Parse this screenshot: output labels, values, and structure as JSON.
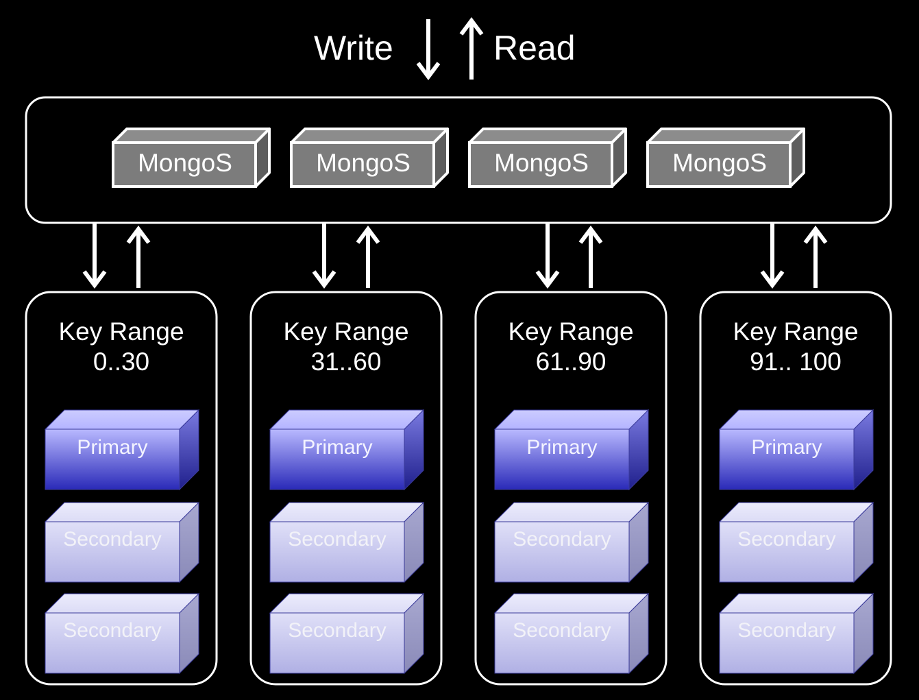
{
  "header": {
    "write_label": "Write",
    "read_label": "Read"
  },
  "router_label": "MongoS",
  "router_count": 4,
  "shards": [
    {
      "title": "Key Range",
      "range": "0..30",
      "primary": "Primary",
      "secondaries": [
        "Secondary",
        "Secondary"
      ]
    },
    {
      "title": "Key Range",
      "range": "31..60",
      "primary": "Primary",
      "secondaries": [
        "Secondary",
        "Secondary"
      ]
    },
    {
      "title": "Key Range",
      "range": "61..90",
      "primary": "Primary",
      "secondaries": [
        "Secondary",
        "Secondary"
      ]
    },
    {
      "title": "Key Range",
      "range": "91.. 100",
      "primary": "Primary",
      "secondaries": [
        "Secondary",
        "Secondary"
      ]
    }
  ],
  "colors": {
    "background": "#000000",
    "outline": "#ffffff",
    "mongos_fill": "#808080",
    "primary_top": "#b9b9ff",
    "primary_bottom": "#2a2ab8",
    "secondary_top": "#e0e0f8",
    "secondary_bottom": "#b0b0e4"
  }
}
